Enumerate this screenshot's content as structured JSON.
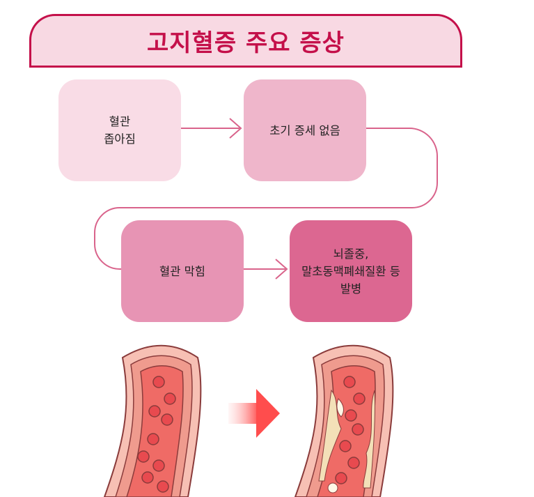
{
  "title": "고지혈증 주요 증상",
  "steps": [
    {
      "label": "혈관\n좁아짐"
    },
    {
      "label": "초기 증세 없음"
    },
    {
      "label": "혈관 막힘"
    },
    {
      "label": "뇌졸중,\n말초동맥폐쇄질환 등\n발병"
    }
  ],
  "colors": {
    "accent": "#c4104a",
    "banner_bg": "#f8d9e3",
    "step1": "#f9dce6",
    "step2": "#efb6cb",
    "step3": "#e794b4",
    "step4": "#dc6791",
    "vessel_outer": "#f7c0b4",
    "vessel_wall": "#ef9b8e",
    "vessel_lumen": "#ef6b66",
    "plaque": "#f3e0b8",
    "arrow": "#ff4d4d"
  },
  "icons": [
    "healthy-vessel-illustration",
    "clogged-vessel-illustration",
    "transition-arrow-icon"
  ]
}
